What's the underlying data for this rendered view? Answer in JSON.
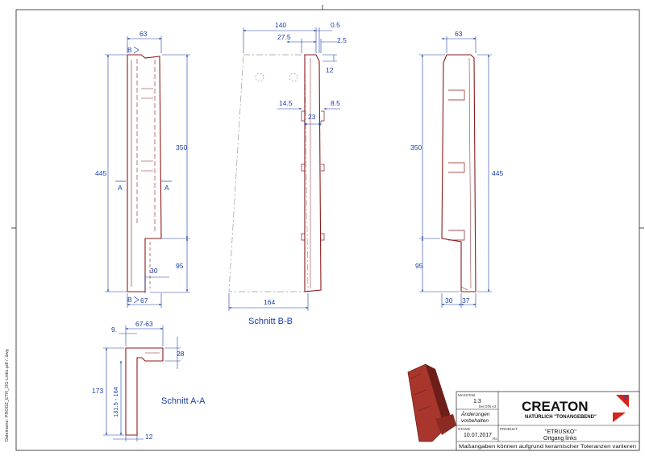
{
  "views": {
    "left": {
      "dims": {
        "width_top": "63",
        "total_height": "445",
        "upper_height": "350",
        "lower_height": "95",
        "step": "30",
        "width_bottom": "67"
      },
      "labels": {
        "sec_b_top": "B",
        "sec_b_bottom": "B",
        "sec_a_left": "A",
        "sec_a_right": "A"
      }
    },
    "section_bb": {
      "title": "Schnitt B-B",
      "dims": {
        "top_width": "140",
        "d27_5": "27.5",
        "d0_5": "0.5",
        "d2_5": "2.5",
        "d12": "12",
        "d14_5": "14.5",
        "d8_5": "8.5",
        "d23": "23",
        "bottom_width": "164"
      }
    },
    "right": {
      "dims": {
        "width_top": "63",
        "upper_height": "350",
        "total_height": "445",
        "lower_height": "95",
        "step": "30",
        "width_bottom": "37"
      }
    },
    "section_aa": {
      "title": "Schnitt A-A",
      "dims": {
        "d9": "9.",
        "d67_63": "67-63",
        "d28": "28",
        "d173": "173",
        "d131_164": "131.5 - 164",
        "d12": "12"
      }
    }
  },
  "side_file_label": "Dateiname: PRODZ_ETR_OG-Links.pdf / .dwg",
  "title_block": {
    "scale_label": "MASSTAB",
    "scale_value": "1:3",
    "scale_note": "bei DIN A3",
    "changes_label_1": "Änderungen",
    "changes_label_2": "vorbehalten",
    "date_label": "STAND",
    "date_value": "10.07.2017",
    "rev_label": "Rs",
    "product_label": "PRODUKT",
    "product_line1": "\"ETRUSKO\"",
    "product_line2": "Ortgang links",
    "brand": "CREATON",
    "slogan": "NATÜRLICH \"TONANGEBEND\"",
    "disclaimer": "Maßangaben können aufgrund keramischer Toleranzen variieren"
  },
  "colors": {
    "outline": "#8b1a1a",
    "dimension": "#1a3fa8",
    "tile": "#a8362c",
    "tile_dark": "#6e1e18",
    "logo_red": "#d6251c"
  }
}
